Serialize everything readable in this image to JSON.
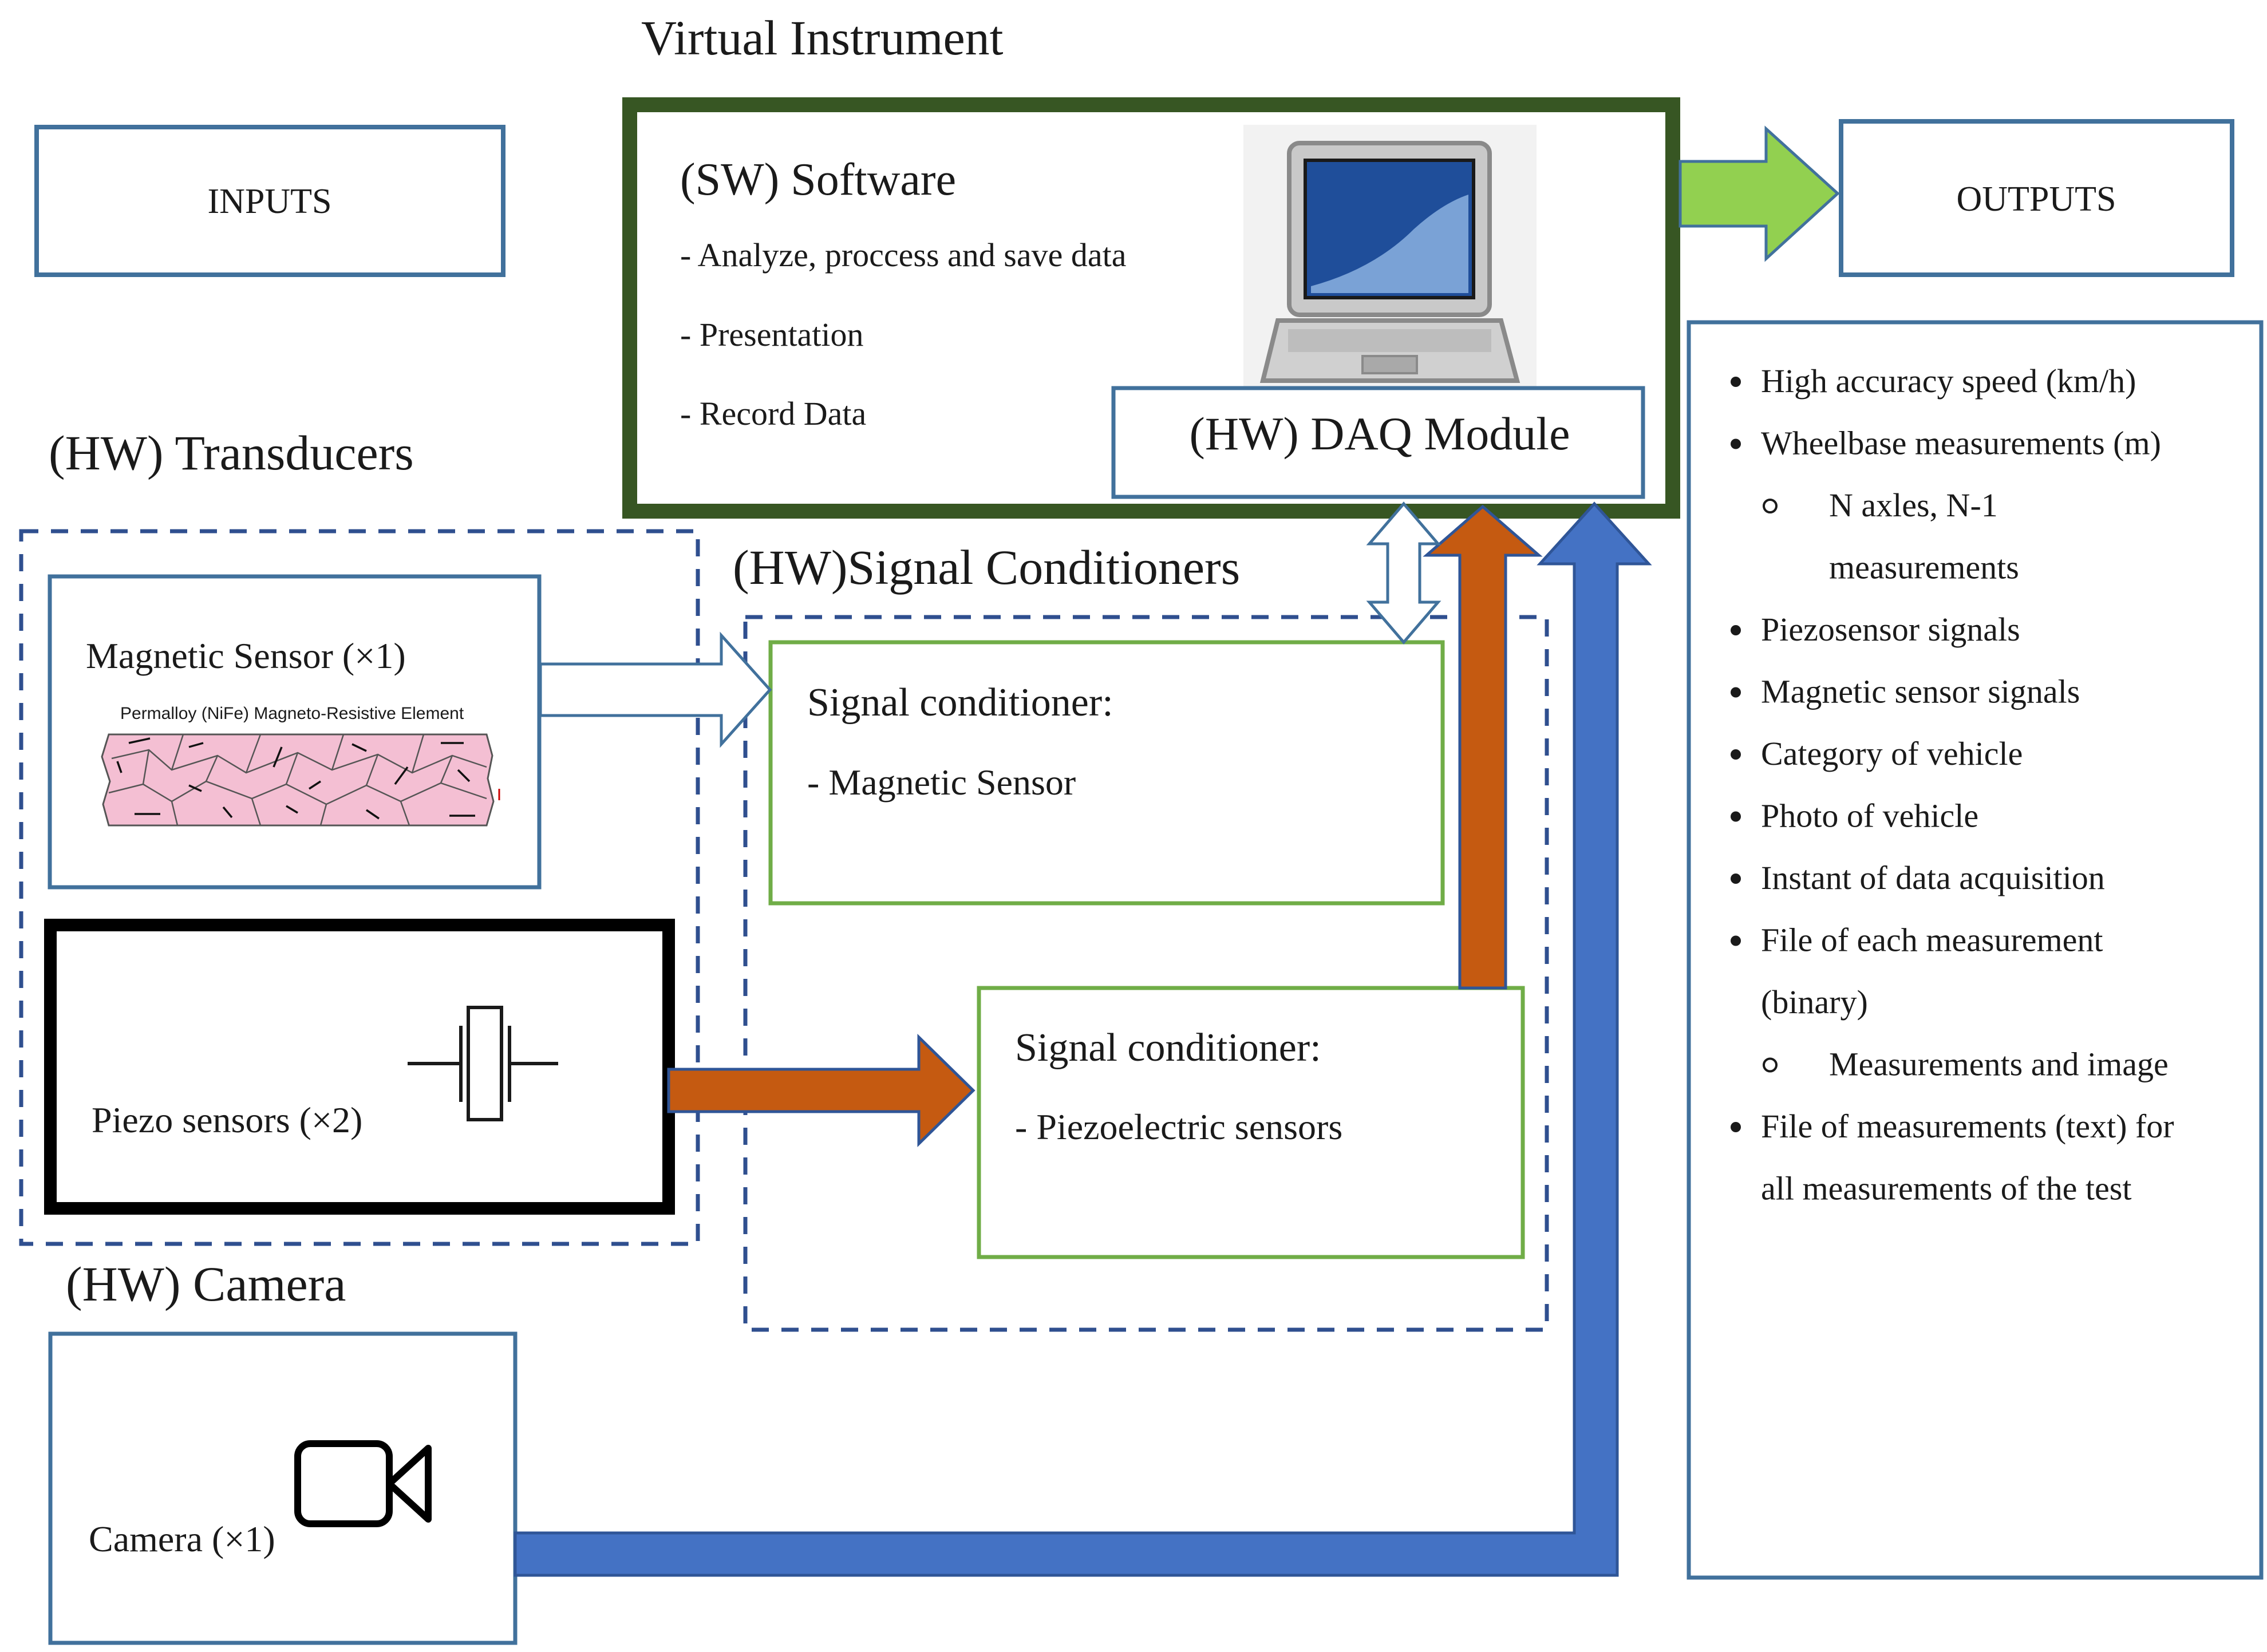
{
  "colors": {
    "blue_border": "#41719c",
    "dark_green": "#375623",
    "light_green": "#70ad47",
    "green_arrow": "#92d050",
    "orange_arrow": "#c55a11",
    "blue_arrow": "#4472c4",
    "dashed_navy": "#2f4f8f",
    "text": "#1a1a1a"
  },
  "titles": {
    "virtual_instrument": "Virtual Instrument",
    "transducers": "(HW) Transducers",
    "signal_conditioners": "(HW)Signal Conditioners",
    "camera": "(HW) Camera"
  },
  "inputs": {
    "label": "INPUTS"
  },
  "outputs": {
    "label": "OUTPUTS",
    "items": [
      {
        "level": 1,
        "lines": [
          "High accuracy speed (km/h)"
        ]
      },
      {
        "level": 1,
        "lines": [
          "Wheelbase measurements (m)"
        ]
      },
      {
        "level": 2,
        "lines": [
          "N axles, N-1",
          "measurements"
        ]
      },
      {
        "level": 1,
        "lines": [
          "Piezosensor signals"
        ]
      },
      {
        "level": 1,
        "lines": [
          "Magnetic sensor signals"
        ]
      },
      {
        "level": 1,
        "lines": [
          "Category of vehicle"
        ]
      },
      {
        "level": 1,
        "lines": [
          "Photo of vehicle"
        ]
      },
      {
        "level": 1,
        "lines": [
          "Instant of data acquisition"
        ]
      },
      {
        "level": 1,
        "lines": [
          "File of each measurement",
          "(binary)"
        ]
      },
      {
        "level": 2,
        "lines": [
          "Measurements and image"
        ]
      },
      {
        "level": 1,
        "lines": [
          "File of measurements (text) for",
          "all measurements of the test"
        ]
      }
    ]
  },
  "software": {
    "title": "(SW) Software",
    "items": [
      "- Analyze, proccess and save data",
      "- Presentation",
      "- Record Data"
    ],
    "icon": "laptop-icon"
  },
  "daq": {
    "label": "(HW) DAQ Module"
  },
  "magnetic_sensor": {
    "label": "Magnetic Sensor (×1)",
    "caption": "Permalloy (NiFe) Magneto-Resistive Element",
    "icon": "magneto-resistive-element"
  },
  "piezo_sensors": {
    "label": "Piezo sensors (×2)",
    "icon": "crystal-oscillator-icon"
  },
  "cond_magnetic": {
    "title": "Signal conditioner:",
    "item": "- Magnetic Sensor"
  },
  "cond_piezo": {
    "title": "Signal conditioner:",
    "item": "- Piezoelectric sensors"
  },
  "camera": {
    "label": "Camera (×1)",
    "icon": "video-camera-icon"
  }
}
